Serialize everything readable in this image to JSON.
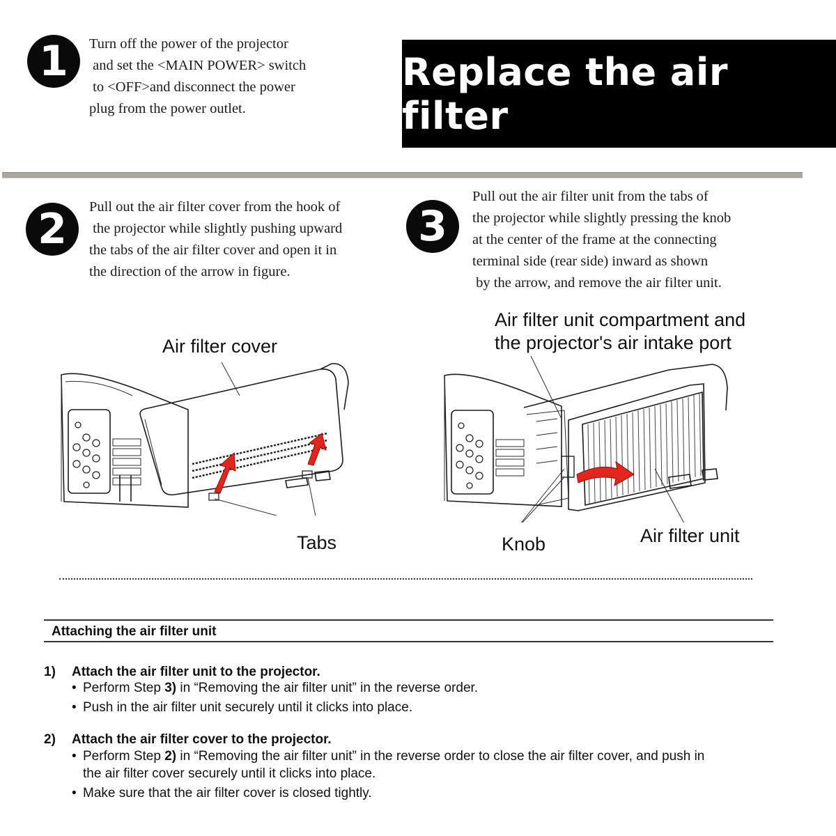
{
  "steps": [
    {
      "number": "1",
      "lines": [
        "Turn off the power of the projector",
        " and set the <MAIN POWER> switch",
        " to <OFF>and disconnect the power",
        "plug from the power outlet."
      ]
    },
    {
      "number": "2",
      "lines": [
        "Pull out the air filter cover from the hook of",
        " the projector while slightly pushing upward",
        "the tabs of the air filter cover and open it in",
        "the direction of the arrow in figure."
      ]
    },
    {
      "number": "3",
      "lines": [
        "Pull out the air filter unit from the tabs of",
        "the projector while slightly pressing the knob",
        "at the center of the frame at the connecting",
        "terminal side (rear side) inward as shown",
        " by the arrow, and remove the air filter unit."
      ]
    }
  ],
  "banner": {
    "title": "Replace the air filter"
  },
  "figure_left": {
    "label_cover": "Air filter cover",
    "label_tabs": "Tabs"
  },
  "figure_right": {
    "label_compartment_1": "Air filter unit compartment and",
    "label_compartment_2": "the projector's air intake port",
    "label_knob": "Knob",
    "label_unit": "Air filter unit"
  },
  "attach": {
    "title": "Attaching the air filter unit",
    "items": [
      {
        "num": "1)",
        "heading": "Attach the air filter unit to the projector.",
        "bullets": [
          {
            "pre": "Perform Step ",
            "bold": "3)",
            "post": " in “Removing the air filter unit” in the reverse order."
          },
          {
            "pre": "Push in the air filter unit securely until it clicks into place.",
            "bold": "",
            "post": ""
          }
        ]
      },
      {
        "num": "2)",
        "heading": "Attach the air filter cover to the projector.",
        "bullets": [
          {
            "pre": "Perform Step ",
            "bold": "2)",
            "post": " in “Removing the air filter unit” in the reverse order to close the air filter cover, and push in"
          },
          {
            "pre": "the air filter cover securely until it clicks into place.",
            "bold": "",
            "post": ""
          },
          {
            "pre": "Make sure that the air filter cover is closed tightly.",
            "bold": "",
            "post": ""
          }
        ]
      }
    ]
  },
  "colors": {
    "arrow_red": "#e2261d",
    "banner_bg": "#000000",
    "rule_gray": "#a8a69f"
  }
}
